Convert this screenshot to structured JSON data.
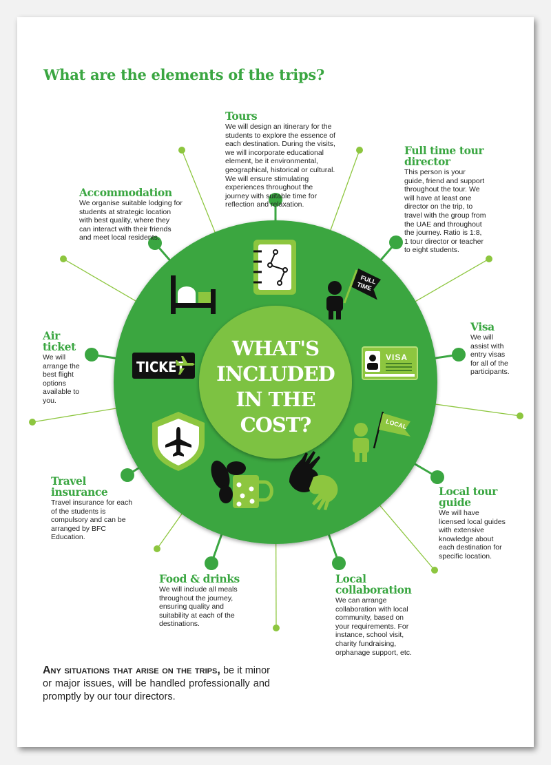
{
  "title": "What are the elements of the trips?",
  "center": {
    "lines": [
      "WHAT'S",
      "INCLUDED",
      "IN THE",
      "COST?"
    ]
  },
  "icons": {
    "ticket": "TICKET",
    "visa": "VISA",
    "full_time_flag": [
      "FULL",
      "TIME"
    ],
    "local_flag": "LOCAL"
  },
  "elements": {
    "tours": {
      "title": "Tours",
      "text": "We will design an itinerary for the students to explore the essence of each destination. During the visits, we will incorporate educational element, be it environmental, geographical, historical or cultural. We will ensure stimulating experiences throughout the journey with suitable time for reflection and relaxation."
    },
    "accommodation": {
      "title": "Accommodation",
      "text": "We organise suitable lodging for students at strategic location with best quality, where they can interact with their friends and meet local residents."
    },
    "director": {
      "title": "Full time tour director",
      "text": "This person is your guide, friend and support throughout the tour. We will have at least one director on the trip, to travel with the group from the UAE and throughout the journey. Ratio is 1:8, 1 tour director or teacher to eight students."
    },
    "air": {
      "title": "Air ticket",
      "text": "We will arrange the best flight options available to you."
    },
    "visa": {
      "title": "Visa",
      "text": "We will assist with entry visas for all of the participants."
    },
    "insurance": {
      "title": "Travel insurance",
      "text": "Travel insurance for each of the students is compulsory and can be arranged by BFC Education."
    },
    "guide": {
      "title": "Local tour guide",
      "text": "We will have licensed local guides with extensive knowledge about each destination for specific location."
    },
    "food": {
      "title": "Food & drinks",
      "text": "We will include all meals throughout the journey, ensuring quality and suitability at each of the destinations."
    },
    "collab": {
      "title": "Local collaboration",
      "text": "We can arrange collaboration with local community, based on your requirements. For instance, school visit, charity fundraising, orphanage support, etc."
    }
  },
  "footer": {
    "lead": "Any situations that arise on the trips,",
    "rest": " be it minor or major issues, will be handled professionally and promptly by our tour directors."
  },
  "colors": {
    "dark_green": "#3aa641",
    "light_green": "#8dc63f",
    "mid_green": "#6dbb45"
  }
}
